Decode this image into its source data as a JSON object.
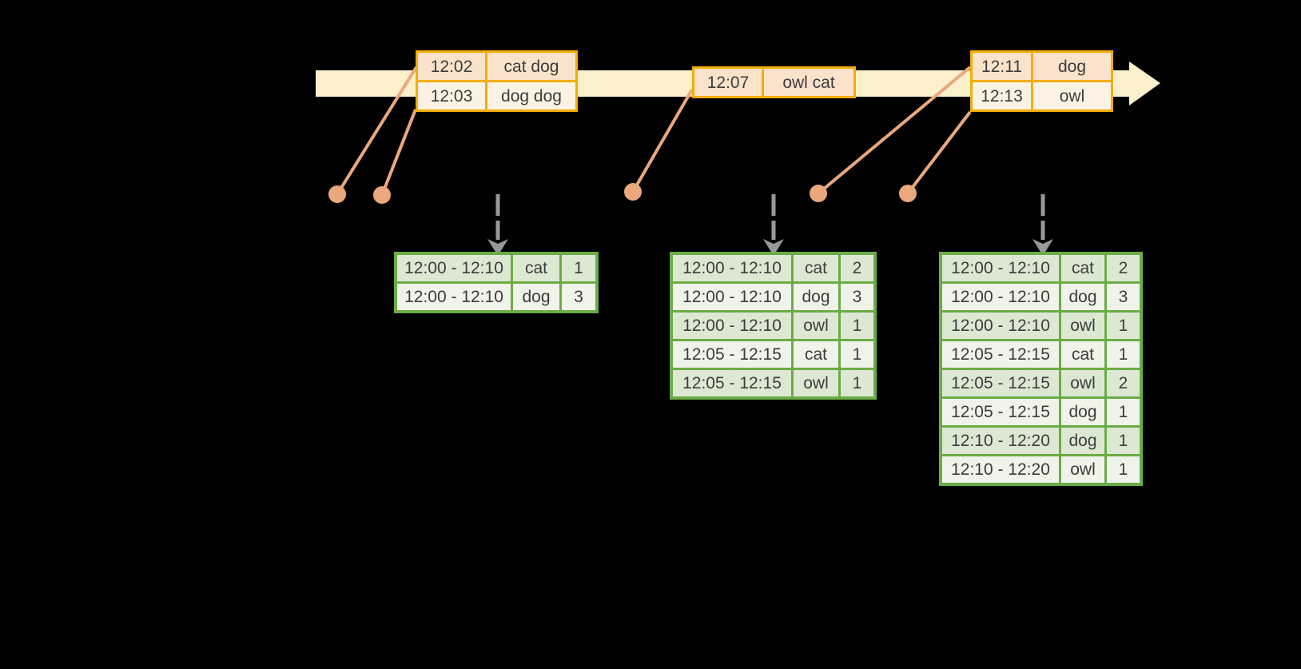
{
  "colors": {
    "background": "#000000",
    "timeline": "#FAF0CB",
    "orange_border": "#F2AE00",
    "peach": "#FAE3CA",
    "cream": "#FCF2E4",
    "salmon": "#EBA87D",
    "green_border": "#6AAC45",
    "green_dark": "#DDE8D3",
    "green_light": "#EFF3EA",
    "gray_arrow": "#989898",
    "text": "#3C3C3C"
  },
  "event_tables": [
    {
      "id": "event-table-1",
      "rows": [
        {
          "time": "12:02",
          "words": "cat dog"
        },
        {
          "time": "12:03",
          "words": "dog dog"
        }
      ]
    },
    {
      "id": "event-table-2",
      "rows": [
        {
          "time": "12:07",
          "words": "owl cat"
        }
      ]
    },
    {
      "id": "event-table-3",
      "rows": [
        {
          "time": "12:11",
          "words": "dog"
        },
        {
          "time": "12:13",
          "words": "owl"
        }
      ]
    }
  ],
  "result_tables": [
    {
      "id": "result-table-1",
      "rows": [
        {
          "window": "12:00 - 12:10",
          "word": "cat",
          "count": 1
        },
        {
          "window": "12:00 - 12:10",
          "word": "dog",
          "count": 3
        }
      ]
    },
    {
      "id": "result-table-2",
      "rows": [
        {
          "window": "12:00 - 12:10",
          "word": "cat",
          "count": 2
        },
        {
          "window": "12:00 - 12:10",
          "word": "dog",
          "count": 3
        },
        {
          "window": "12:00 - 12:10",
          "word": "owl",
          "count": 1
        },
        {
          "window": "12:05 - 12:15",
          "word": "cat",
          "count": 1
        },
        {
          "window": "12:05 - 12:15",
          "word": "owl",
          "count": 1
        }
      ]
    },
    {
      "id": "result-table-3",
      "rows": [
        {
          "window": "12:00 - 12:10",
          "word": "cat",
          "count": 2
        },
        {
          "window": "12:00 - 12:10",
          "word": "dog",
          "count": 3
        },
        {
          "window": "12:00 - 12:10",
          "word": "owl",
          "count": 1
        },
        {
          "window": "12:05 - 12:15",
          "word": "cat",
          "count": 1
        },
        {
          "window": "12:05 - 12:15",
          "word": "owl",
          "count": 2
        },
        {
          "window": "12:05 - 12:15",
          "word": "dog",
          "count": 1
        },
        {
          "window": "12:10 - 12:20",
          "word": "dog",
          "count": 1
        },
        {
          "window": "12:10 - 12:20",
          "word": "owl",
          "count": 1
        }
      ]
    }
  ]
}
